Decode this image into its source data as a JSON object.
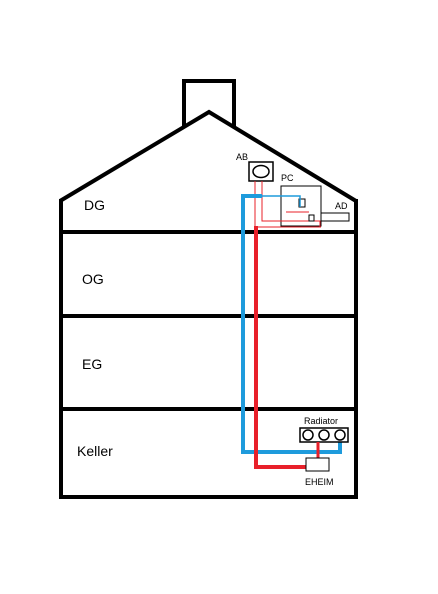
{
  "floors": {
    "dg": "DG",
    "og": "OG",
    "eg": "EG",
    "keller": "Keller"
  },
  "components": {
    "ab": "AB",
    "pc": "PC",
    "ad": "AD",
    "radiator": "Radiator",
    "eheim": "EHEIM"
  },
  "colors": {
    "outline": "#000000",
    "hot_line": "#e8202a",
    "cold_line": "#1e9bdc",
    "background": "#ffffff"
  }
}
